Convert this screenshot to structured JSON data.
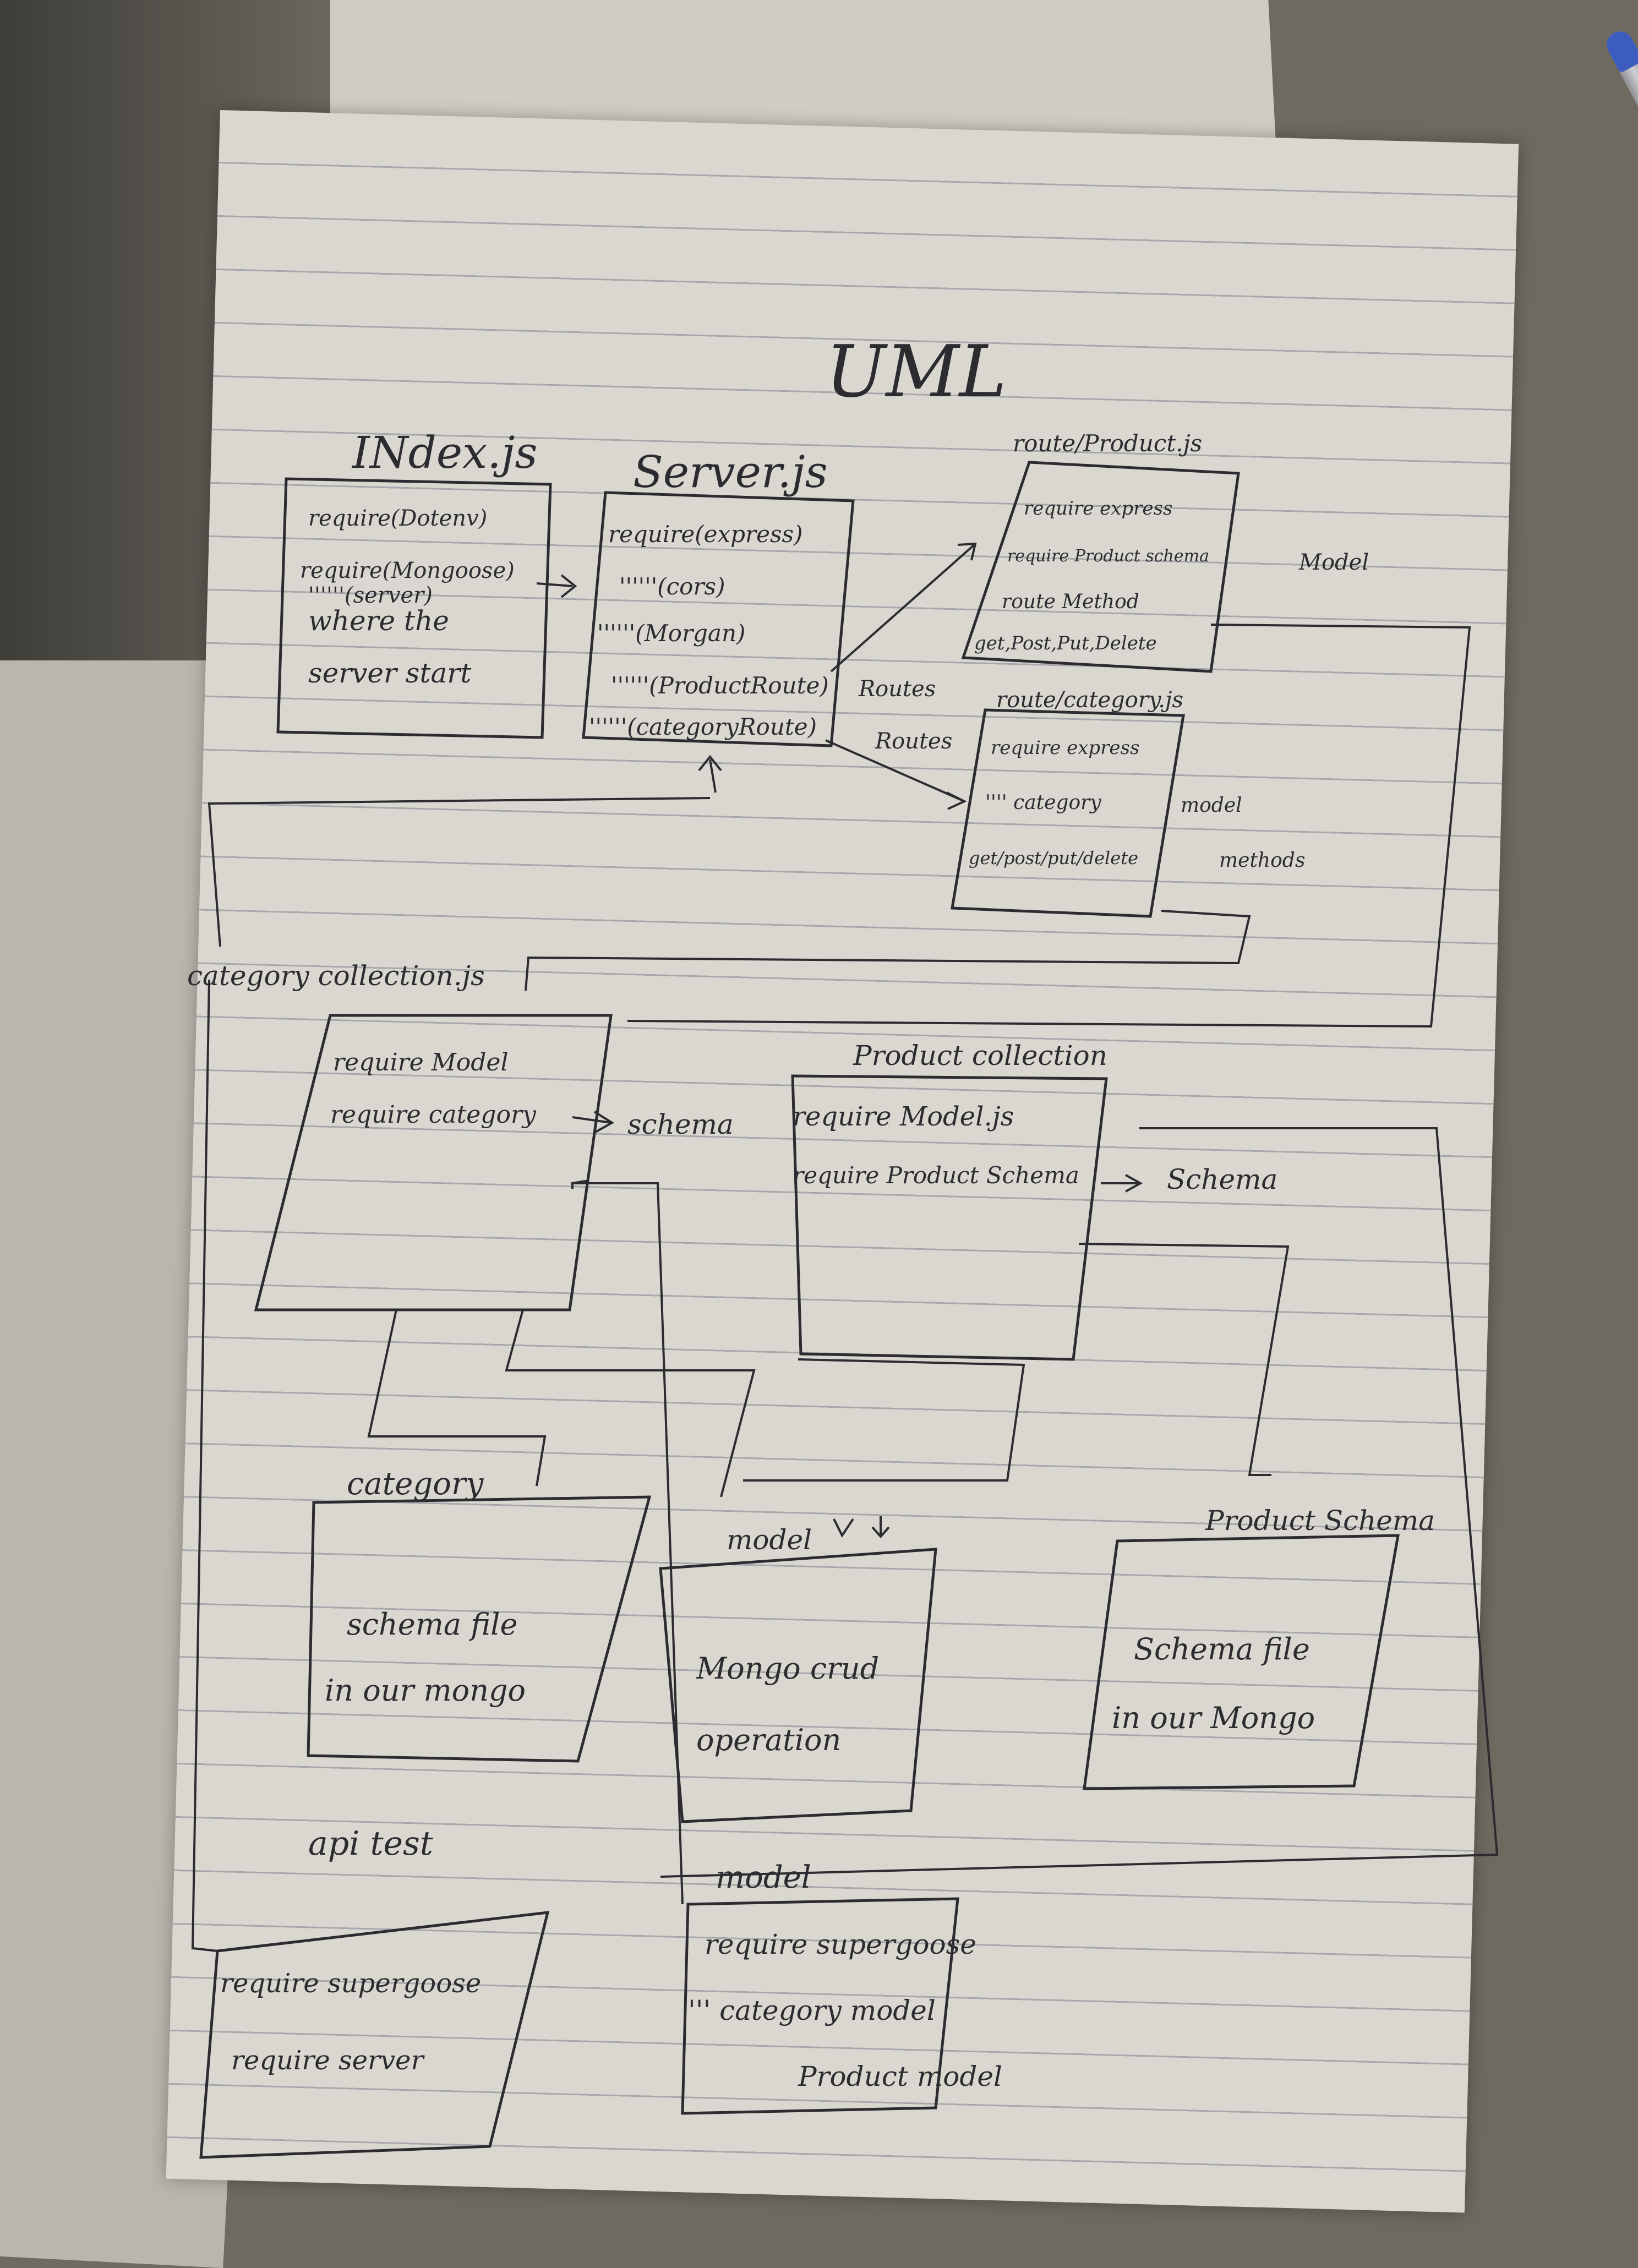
{
  "title": "UML",
  "boxes": {
    "index": {
      "title": "INdex.js",
      "lines": [
        "require(Dotenv)",
        "require(Mongoose)",
        "''''''(server)",
        "where the",
        "server start"
      ]
    },
    "server": {
      "title": "Server.js",
      "lines": [
        "require(express)",
        "''''''(cors)",
        "''''''(Morgan)",
        "''''''(ProductRoute)",
        "''''''(categoryRoute)"
      ],
      "arrow_labels": [
        "Routes",
        "Routes"
      ]
    },
    "route_product": {
      "title": "route/Product.js",
      "lines": [
        "require express",
        "require Product schema",
        "route Method",
        "get,Post,Put,Delete"
      ],
      "side_label": "Model"
    },
    "route_category": {
      "title": "route/category.js",
      "lines": [
        "require express",
        "'''' category",
        "get/post/put/delete"
      ],
      "side_labels": [
        "model",
        "methods"
      ]
    },
    "category_collection": {
      "title": "category collection.js",
      "lines": [
        "require Model",
        "require category"
      ],
      "side_label": "schema"
    },
    "product_collection": {
      "title": "Product collection",
      "lines": [
        "require Model.js",
        "require Product Schema"
      ],
      "side_label": "Schema"
    },
    "category": {
      "title": "category",
      "lines": [
        "schema file",
        "in our mongo"
      ]
    },
    "model": {
      "title": "model",
      "lines": [
        "Mongo crud",
        "operation"
      ]
    },
    "product_schema": {
      "title": "Product Schema",
      "lines": [
        "Schema file",
        "in our Mongo"
      ]
    },
    "api_test": {
      "title": "api test",
      "lines": [
        "require supergoose",
        "require server"
      ]
    },
    "model_test": {
      "title": "model",
      "lines": [
        "require supergoose",
        "''' category model",
        "Product model"
      ]
    }
  }
}
